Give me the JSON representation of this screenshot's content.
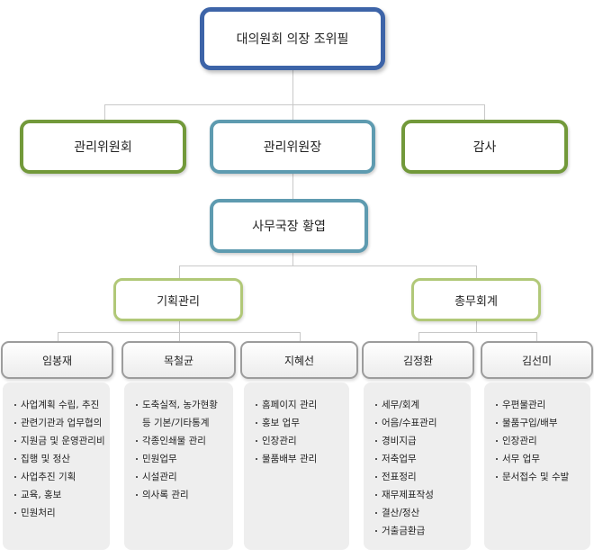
{
  "chairman": "대의원회 의장 조위필",
  "level2": [
    "관리위원회",
    "관리위원장",
    "감사"
  ],
  "secretary": "사무국장 황엽",
  "departments": [
    "기획관리",
    "총무회계"
  ],
  "staff": [
    {
      "name": "임봉재",
      "duties": [
        "사업계획 수립, 추진",
        "관련기관과 업무협의",
        "지원금 및 운영관리비",
        "집행 및 정산",
        "사업추진 기획",
        "교육, 홍보",
        "민원처리"
      ]
    },
    {
      "name": "목철균",
      "duties": [
        "도축실적, 농가현황",
        "등 기본/기타통계",
        "각종인쇄물 관리",
        "민원업무",
        "시설관리",
        "의사록 관리"
      ]
    },
    {
      "name": "지혜선",
      "duties": [
        "홈페이지 관리",
        "홍보 업무",
        "인장관리",
        "물품배부 관리"
      ]
    },
    {
      "name": "김정환",
      "duties": [
        "세무/회계",
        "어음/수표관리",
        "경비지급",
        "저축업무",
        "전표정리",
        "재무제표작성",
        "결산/정산",
        "거출금환급"
      ]
    },
    {
      "name": "김선미",
      "duties": [
        "우편물관리",
        "물품구입/배부",
        "인장관리",
        "서무 업무",
        "문서접수 및 수발"
      ]
    }
  ]
}
